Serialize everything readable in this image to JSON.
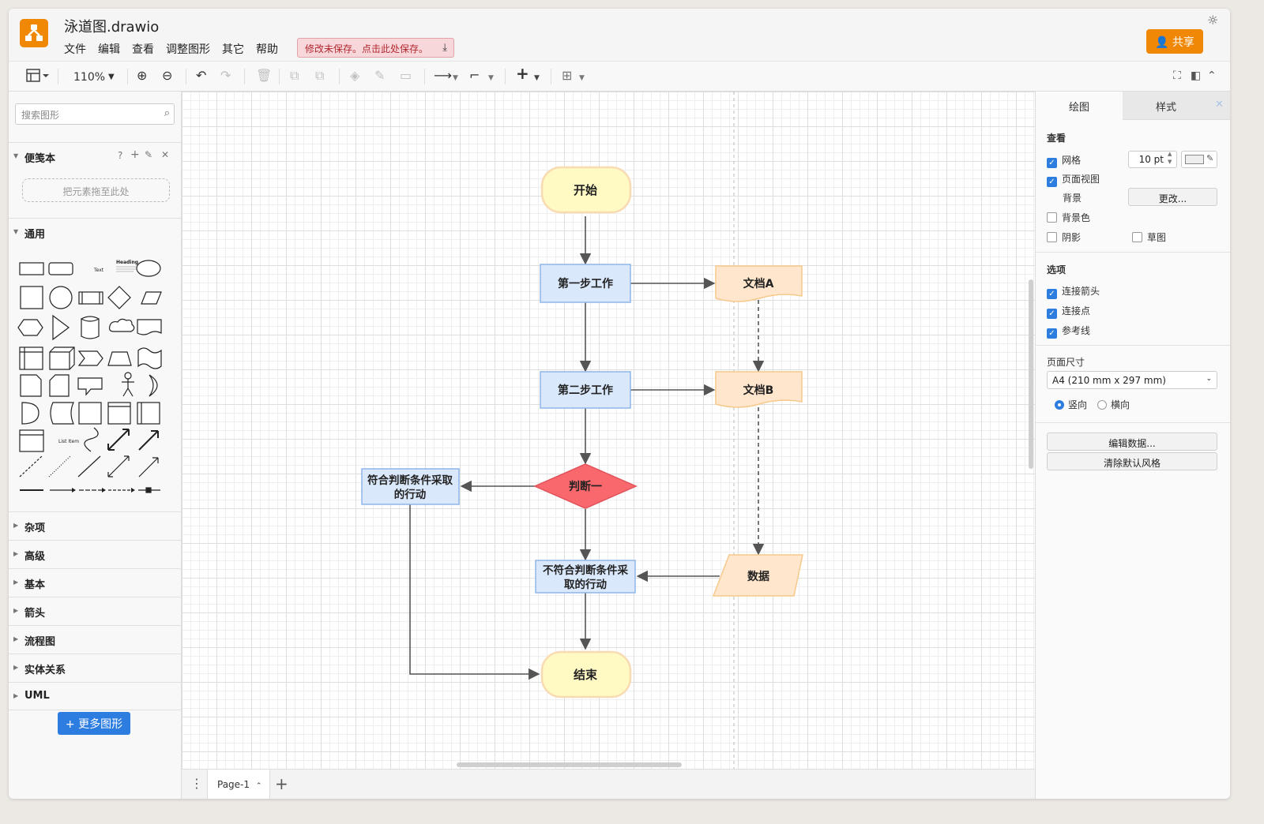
{
  "app": {
    "title": "泳道图.drawio",
    "menu": [
      "文件",
      "编辑",
      "查看",
      "调整图形",
      "其它",
      "帮助"
    ],
    "unsaved_notice": "修改未保存。点击此处保存。",
    "share_label": "共享"
  },
  "toolbar": {
    "zoom": "110%"
  },
  "sidebar": {
    "search_placeholder": "搜索图形",
    "scratchpad_label": "便笺本",
    "scratchpad_tools": [
      "?",
      "+",
      "✎",
      "✕"
    ],
    "drop_hint": "把元素拖至此处",
    "general_label": "通用",
    "collapsed_sections": [
      "杂项",
      "高级",
      "基本",
      "箭头",
      "流程图",
      "实体关系",
      "UML"
    ],
    "more_shapes": "+ 更多图形"
  },
  "diagram": {
    "nodes": {
      "start": "开始",
      "step1": "第一步工作",
      "docA": "文档A",
      "step2": "第二步工作",
      "docB": "文档B",
      "decision": "判断一",
      "yes_action_l1": "符合判断条件采取",
      "yes_action_l2": "的行动",
      "no_action_l1": "不符合判断条件采",
      "no_action_l2": "取的行动",
      "data": "数据",
      "end": "结束"
    }
  },
  "pages": {
    "current": "Page-1"
  },
  "format_panel": {
    "tabs": [
      "绘图",
      "样式"
    ],
    "view_label": "查看",
    "grid_label": "网格",
    "grid_size": "10 pt",
    "page_view_label": "页面视图",
    "background_label": "背景",
    "change_button": "更改...",
    "bg_color_label": "背景色",
    "shadow_label": "阴影",
    "sketch_label": "草图",
    "options_label": "选项",
    "connection_arrows": "连接箭头",
    "connection_points": "连接点",
    "guides": "参考线",
    "page_size_label": "页面尺寸",
    "page_size_value": "A4 (210 mm x 297 mm)",
    "portrait": "竖向",
    "landscape": "横向",
    "edit_data": "编辑数据...",
    "clear_style": "清除默认风格"
  },
  "colors": {
    "accent": "#f08705",
    "terminal_fill": "#fff9c4",
    "process_fill": "#dae8fc",
    "doc_fill": "#ffe6cc",
    "decision_fill": "#f8686c"
  }
}
